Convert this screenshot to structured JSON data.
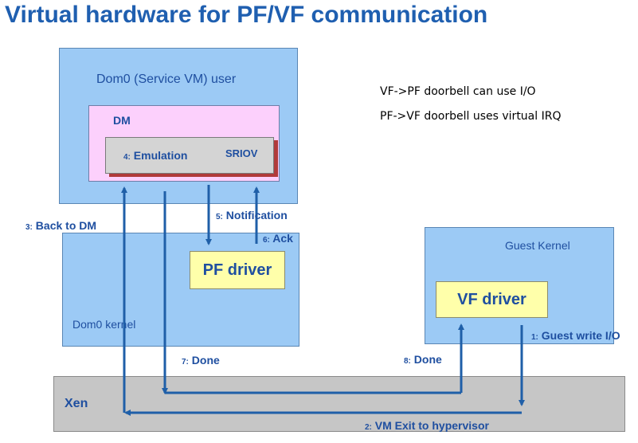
{
  "title": "Virtual hardware for PF/VF communication",
  "notes": {
    "line1": "VF->PF doorbell can use I/O",
    "line2": "PF->VF doorbell uses virtual IRQ"
  },
  "boxes": {
    "dom0_user": "Dom0 (Service VM) user",
    "dm": "DM",
    "emulation": "Emulation",
    "sriov": "SRIOV",
    "dom0_kernel": "Dom0 kernel",
    "pf_driver": "PF driver",
    "guest_kernel": "Guest Kernel",
    "vf_driver": "VF driver",
    "xen": "Xen"
  },
  "steps": {
    "s1": {
      "num": "1:",
      "text": "Guest write I/O"
    },
    "s2": {
      "num": "2:",
      "text": "VM Exit to hypervisor"
    },
    "s3": {
      "num": "3:",
      "text": "Back to DM"
    },
    "s4": {
      "num": "4:"
    },
    "s5": {
      "num": "5:",
      "text": "Notification"
    },
    "s6": {
      "num": "6:",
      "text": "Ack"
    },
    "s7": {
      "num": "7:",
      "text": "Done"
    },
    "s8": {
      "num": "8:",
      "text": "Done"
    }
  },
  "colors": {
    "title": "#1f5fb0",
    "arrow": "#1f5fa8",
    "blue_box": "#9ccaf5",
    "pink_box": "#fcd0fc",
    "yellow_box": "#ffffaa",
    "xen_box": "#c6c6c6"
  }
}
